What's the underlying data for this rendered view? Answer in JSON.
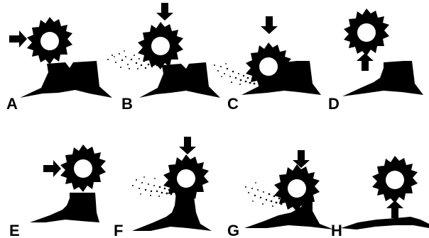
{
  "colors": {
    "ink": "#000000",
    "background": "#ffffff"
  },
  "icons": {
    "cutter": "gear-cutter-icon",
    "arrow": "arrow-icon",
    "stump": "tree-stump-icon",
    "debris": "wood-chips-icon"
  },
  "panels": [
    {
      "label": "A",
      "arrow": "right"
    },
    {
      "label": "B",
      "arrow": "down"
    },
    {
      "label": "C",
      "arrow": "down"
    },
    {
      "label": "D",
      "arrow": "up"
    },
    {
      "label": "E",
      "arrow": "right"
    },
    {
      "label": "F",
      "arrow": "down"
    },
    {
      "label": "G",
      "arrow": "down"
    },
    {
      "label": "H",
      "arrow": "up"
    }
  ]
}
